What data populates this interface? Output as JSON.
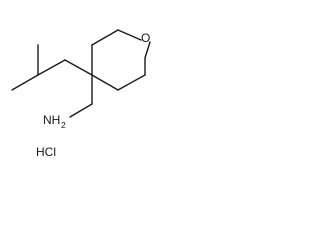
{
  "molecule": {
    "atoms": {
      "oxygen": "O",
      "amine_n": "NH",
      "amine_subscript": "2",
      "salt": "HCl"
    }
  }
}
